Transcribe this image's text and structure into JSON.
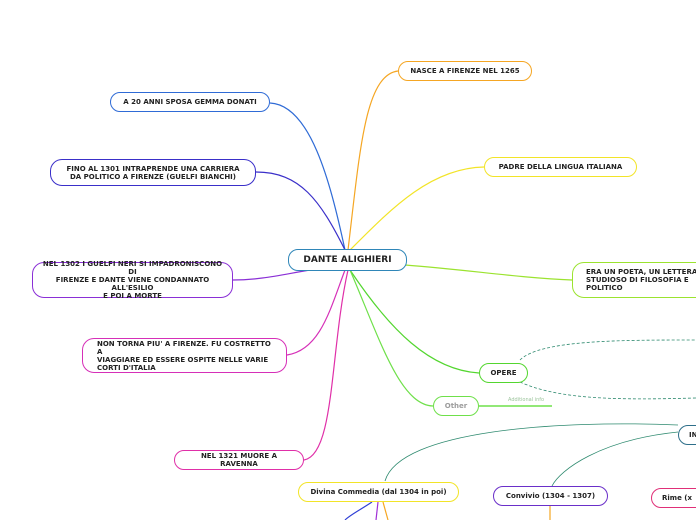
{
  "root": {
    "label": "DANTE ALIGHIERI",
    "color": "#2f86b8"
  },
  "branches": [
    {
      "id": "nasce",
      "label": "NASCE A FIRENZE NEL 1265",
      "color": "#f5a623"
    },
    {
      "id": "padre",
      "label": "PADRE DELLA LINGUA ITALIANA",
      "color": "#f2e428"
    },
    {
      "id": "poeta",
      "label": "ERA UN POETA, UN LETTERA\nSTUDIOSO DI FILOSOFIA E \nPOLITICO",
      "color": "#9be32f"
    },
    {
      "id": "opere",
      "label": "OPERE",
      "color": "#53d62f"
    },
    {
      "id": "other",
      "label": "Other",
      "color": "#6fe04a"
    },
    {
      "id": "sposa",
      "label": "A 20 ANNI SPOSA GEMMA DONATI",
      "color": "#2f6bd6"
    },
    {
      "id": "carriera",
      "label": "FINO AL 1301 INTRAPRENDE UNA CARRIERA\nDA POLITICO A FIRENZE (GUELFI BIANCHI)",
      "color": "#3a2fc9"
    },
    {
      "id": "esilio",
      "label": "NEL 1302 I GUELFI NERI SI IMPADRONISCONO DI\nFIRENZE E DANTE VIENE CONDANNATO ALL'ESILIO\nE POI A MORTE",
      "color": "#8a2fd6"
    },
    {
      "id": "corti",
      "label": "NON TORNA PIU' A FIRENZE. FU COSTRETTO A\nVIAGGIARE ED ESSERE OSPITE NELLE VARIE\nCORTI D'ITALIA",
      "color": "#d62fb8"
    },
    {
      "id": "ravenna",
      "label": "NEL 1321 MUORE A RAVENNA",
      "color": "#e02fa8"
    }
  ],
  "other_note": "Additional info",
  "works": [
    {
      "id": "inf",
      "label": "IN",
      "color": "#2e6f8a"
    },
    {
      "id": "divina",
      "label": "Divina Commedia (dal 1304 in poi)",
      "color": "#f2e428"
    },
    {
      "id": "convivio",
      "label": "Convivio (1304 - 1307)",
      "color": "#6a2fc9"
    },
    {
      "id": "rime",
      "label": "Rime (x",
      "color": "#e02f78"
    }
  ]
}
